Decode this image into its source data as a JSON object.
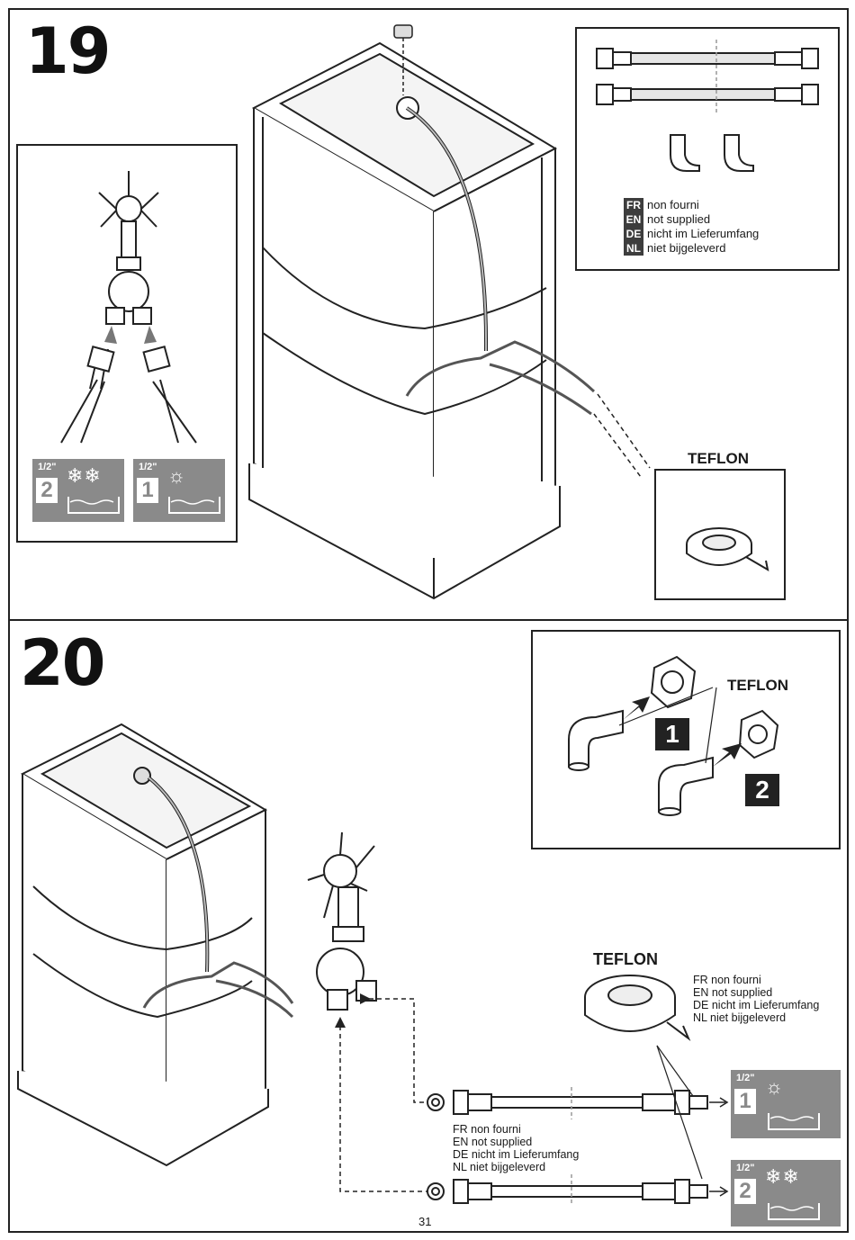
{
  "page": {
    "number": "31"
  },
  "step19": {
    "number": "19",
    "teflon_label": "TEFLON",
    "legend": [
      {
        "code": "FR",
        "text": "non fourni"
      },
      {
        "code": "EN",
        "text": "not supplied"
      },
      {
        "code": "DE",
        "text": "nicht im Lieferumfang"
      },
      {
        "code": "NL",
        "text": "niet bijgeleverd"
      }
    ],
    "water_boxes": [
      {
        "size": "1/2\"",
        "number": "2",
        "symbol": "❄❄"
      },
      {
        "size": "1/2\"",
        "number": "1",
        "symbol": "☼"
      }
    ]
  },
  "step20": {
    "number": "20",
    "teflon_label_detail": "TEFLON",
    "teflon_label_tape": "TEFLON",
    "detail_markers": [
      "1",
      "2"
    ],
    "legend_tape": [
      "FR non fourni",
      "EN not supplied",
      "DE nicht im Lieferumfang",
      "NL niet bijgeleverd"
    ],
    "legend_hose": [
      "FR non fourni",
      "EN not supplied",
      "DE nicht im Lieferumfang",
      "NL niet bijgeleverd"
    ],
    "water_boxes": [
      {
        "size": "1/2\"",
        "number": "1",
        "symbol": "☼"
      },
      {
        "size": "1/2\"",
        "number": "2",
        "symbol": "❄❄"
      }
    ]
  },
  "colors": {
    "frame": "#222222",
    "badge": "#8a8a8a",
    "code_bg": "#3d3d3d"
  }
}
